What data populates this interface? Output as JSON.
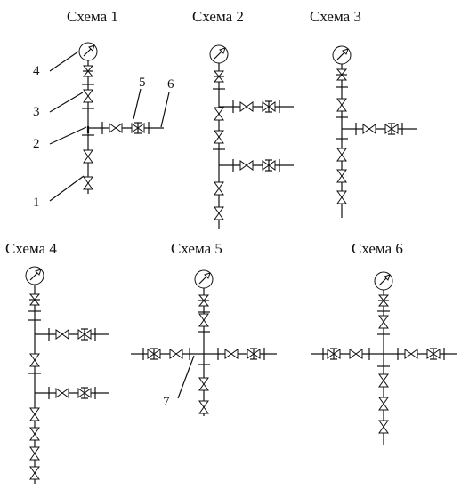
{
  "schemes": [
    {
      "key": "s1",
      "label": "Схема 1"
    },
    {
      "key": "s2",
      "label": "Схема 2"
    },
    {
      "key": "s3",
      "label": "Схема 3"
    },
    {
      "key": "s4",
      "label": "Схема 4"
    },
    {
      "key": "s5",
      "label": "Схема 5"
    },
    {
      "key": "s6",
      "label": "Схема 6"
    }
  ],
  "callouts": [
    {
      "key": "c1",
      "label": "1"
    },
    {
      "key": "c2",
      "label": "2"
    },
    {
      "key": "c3",
      "label": "3"
    },
    {
      "key": "c4",
      "label": "4"
    },
    {
      "key": "c5",
      "label": "5"
    },
    {
      "key": "c6",
      "label": "6"
    },
    {
      "key": "c7",
      "label": "7"
    }
  ],
  "symbols": {
    "gauge": "pressure-gauge-icon",
    "valve": "valve-icon",
    "cross_valve": "cross-valve-icon"
  }
}
